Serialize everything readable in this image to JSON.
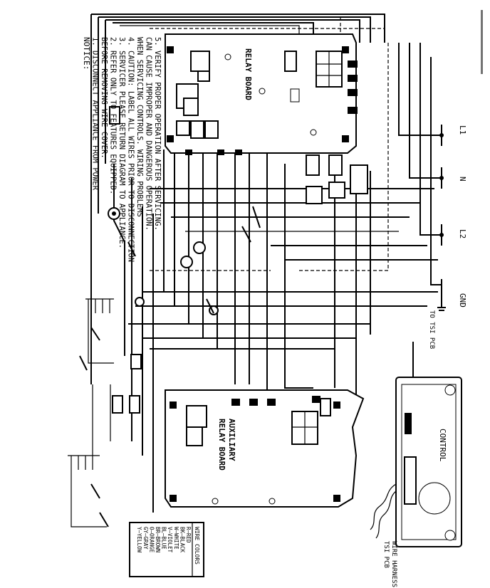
{
  "notice": {
    "heading": "NOTICE:",
    "lines": [
      "1.  DISCONNECT APPLIANCE FROM POWER",
      "    BEFORE REMOVING WIRE COVER.",
      "2.  REFER ONLY TO FEATURES EQUIPPED.",
      "3.  SERVICER PLEASE RETURN DIAGRAM TO APPLIANCE.",
      "4.  CAUTION: LABEL ALL WIRES PRIOR TO DISCONNECTION",
      "    WHEN SERVICING CONTROLS. WIRING PROBLEMS",
      "    CAN CAUSE IMPROPER AND DANGEROUS OPERATION.",
      "5.  VERIFY PROPER OPERATION AFTER SERVICING."
    ]
  },
  "boards": {
    "relay": "RELAY BOARD",
    "aux_line1": "AUXILIARY",
    "aux_line2": "RELAY BOARD"
  },
  "control": {
    "label": "CONTROL",
    "harness": "TSI PCB\nWIRE HARNESS",
    "to_pcb": "TO TSI PCB"
  },
  "terminals": {
    "l1": "L1",
    "n": "N",
    "l2": "L2",
    "gnd": "GND"
  },
  "wire_colors": {
    "title": "WIRE COLORS",
    "entries": [
      "R—RED",
      "BK—BLACK",
      "W—WHITE",
      "V—VIOLET",
      "BL—BLUE",
      "BR—BROWN",
      "O—ORANGE",
      "GY—GRAY",
      "Y—YELLOW"
    ]
  }
}
